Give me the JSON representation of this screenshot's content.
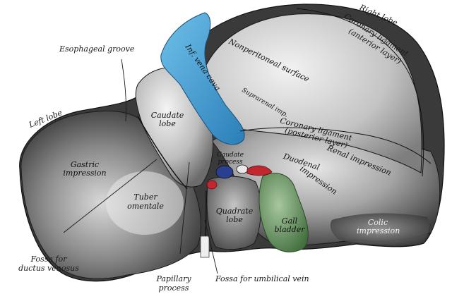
{
  "labels": {
    "right_lobe": "Right lobe",
    "coronary_anterior_1": "Coronary ligament",
    "coronary_anterior_2": "(anterior layer)",
    "nonperitoneal": "Nonperitoneal surface",
    "inf_vena_cava": "Inf. vena cava",
    "suprarenal": "Suprarenal imp.",
    "coronary_posterior_1": "Coronary ligament",
    "coronary_posterior_2": "(posterior layer)",
    "renal": "Renal impression",
    "duodenal_1": "Duodenal",
    "duodenal_2": "impression",
    "colic_1": "Colic",
    "colic_2": "impression",
    "esophageal_groove": "Esophageal groove",
    "left_lobe": "Left lobe",
    "caudate_lobe_1": "Caudate",
    "caudate_lobe_2": "lobe",
    "caudate_process_1": "Caudate",
    "caudate_process_2": "process",
    "gastric_1": "Gastric",
    "gastric_2": "impression",
    "tuber_1": "Tuber",
    "tuber_2": "omentale",
    "quadrate_1": "Quadrate",
    "quadrate_2": "lobe",
    "gall_1": "Gall",
    "gall_2": "bladder",
    "fossa_ductus_1": "Fossa for",
    "fossa_ductus_2": "ductus venosus",
    "papillary_1": "Papillary",
    "papillary_2": "process",
    "fossa_umbilical": "Fossa for umbilical vein"
  },
  "colors": {
    "liver_dark": "#3a3a3a",
    "liver_mid": "#7a7a7a",
    "liver_light": "#d8d8d8",
    "vena_cava": "#4aa3d6",
    "gall_bladder": "#6f9a6a",
    "vessel_red": "#c2262e",
    "vessel_blue": "#2a3f8f"
  }
}
